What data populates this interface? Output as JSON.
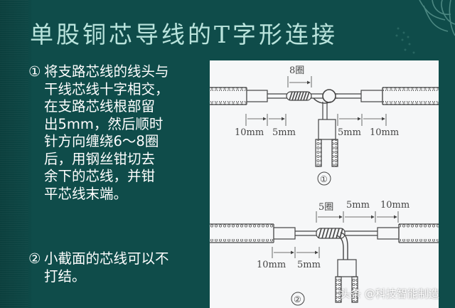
{
  "slide": {
    "title": "单股铜芯导线的T字形连接",
    "background_color": "#0f4c4a",
    "title_color": "#b9e3dc"
  },
  "steps": [
    {
      "number": "①",
      "lines": [
        "将支路芯线的线头与",
        "干线芯线十字相交，",
        "在支路芯线根部留",
        "出5mm，然后顺时",
        "针方向缠绕6～8圈",
        "后，用钢丝钳切去",
        "余下的芯线，并钳",
        "平芯线末端。"
      ]
    },
    {
      "number": "②",
      "lines": [
        "小截面的芯线可以不",
        "打结。"
      ]
    }
  ],
  "diagram": {
    "figure1": {
      "label": "①",
      "turns_label": "8圈",
      "left_dims": [
        "10mm",
        "5mm"
      ],
      "right_dims": [
        "5mm",
        "10mm"
      ]
    },
    "figure2": {
      "label": "②",
      "turns_label": "5圈",
      "top_dims": [
        "5mm",
        "10mm"
      ],
      "left_dims": [
        "10mm",
        "5mm"
      ]
    }
  },
  "watermark": "头条 @科技智能制造"
}
